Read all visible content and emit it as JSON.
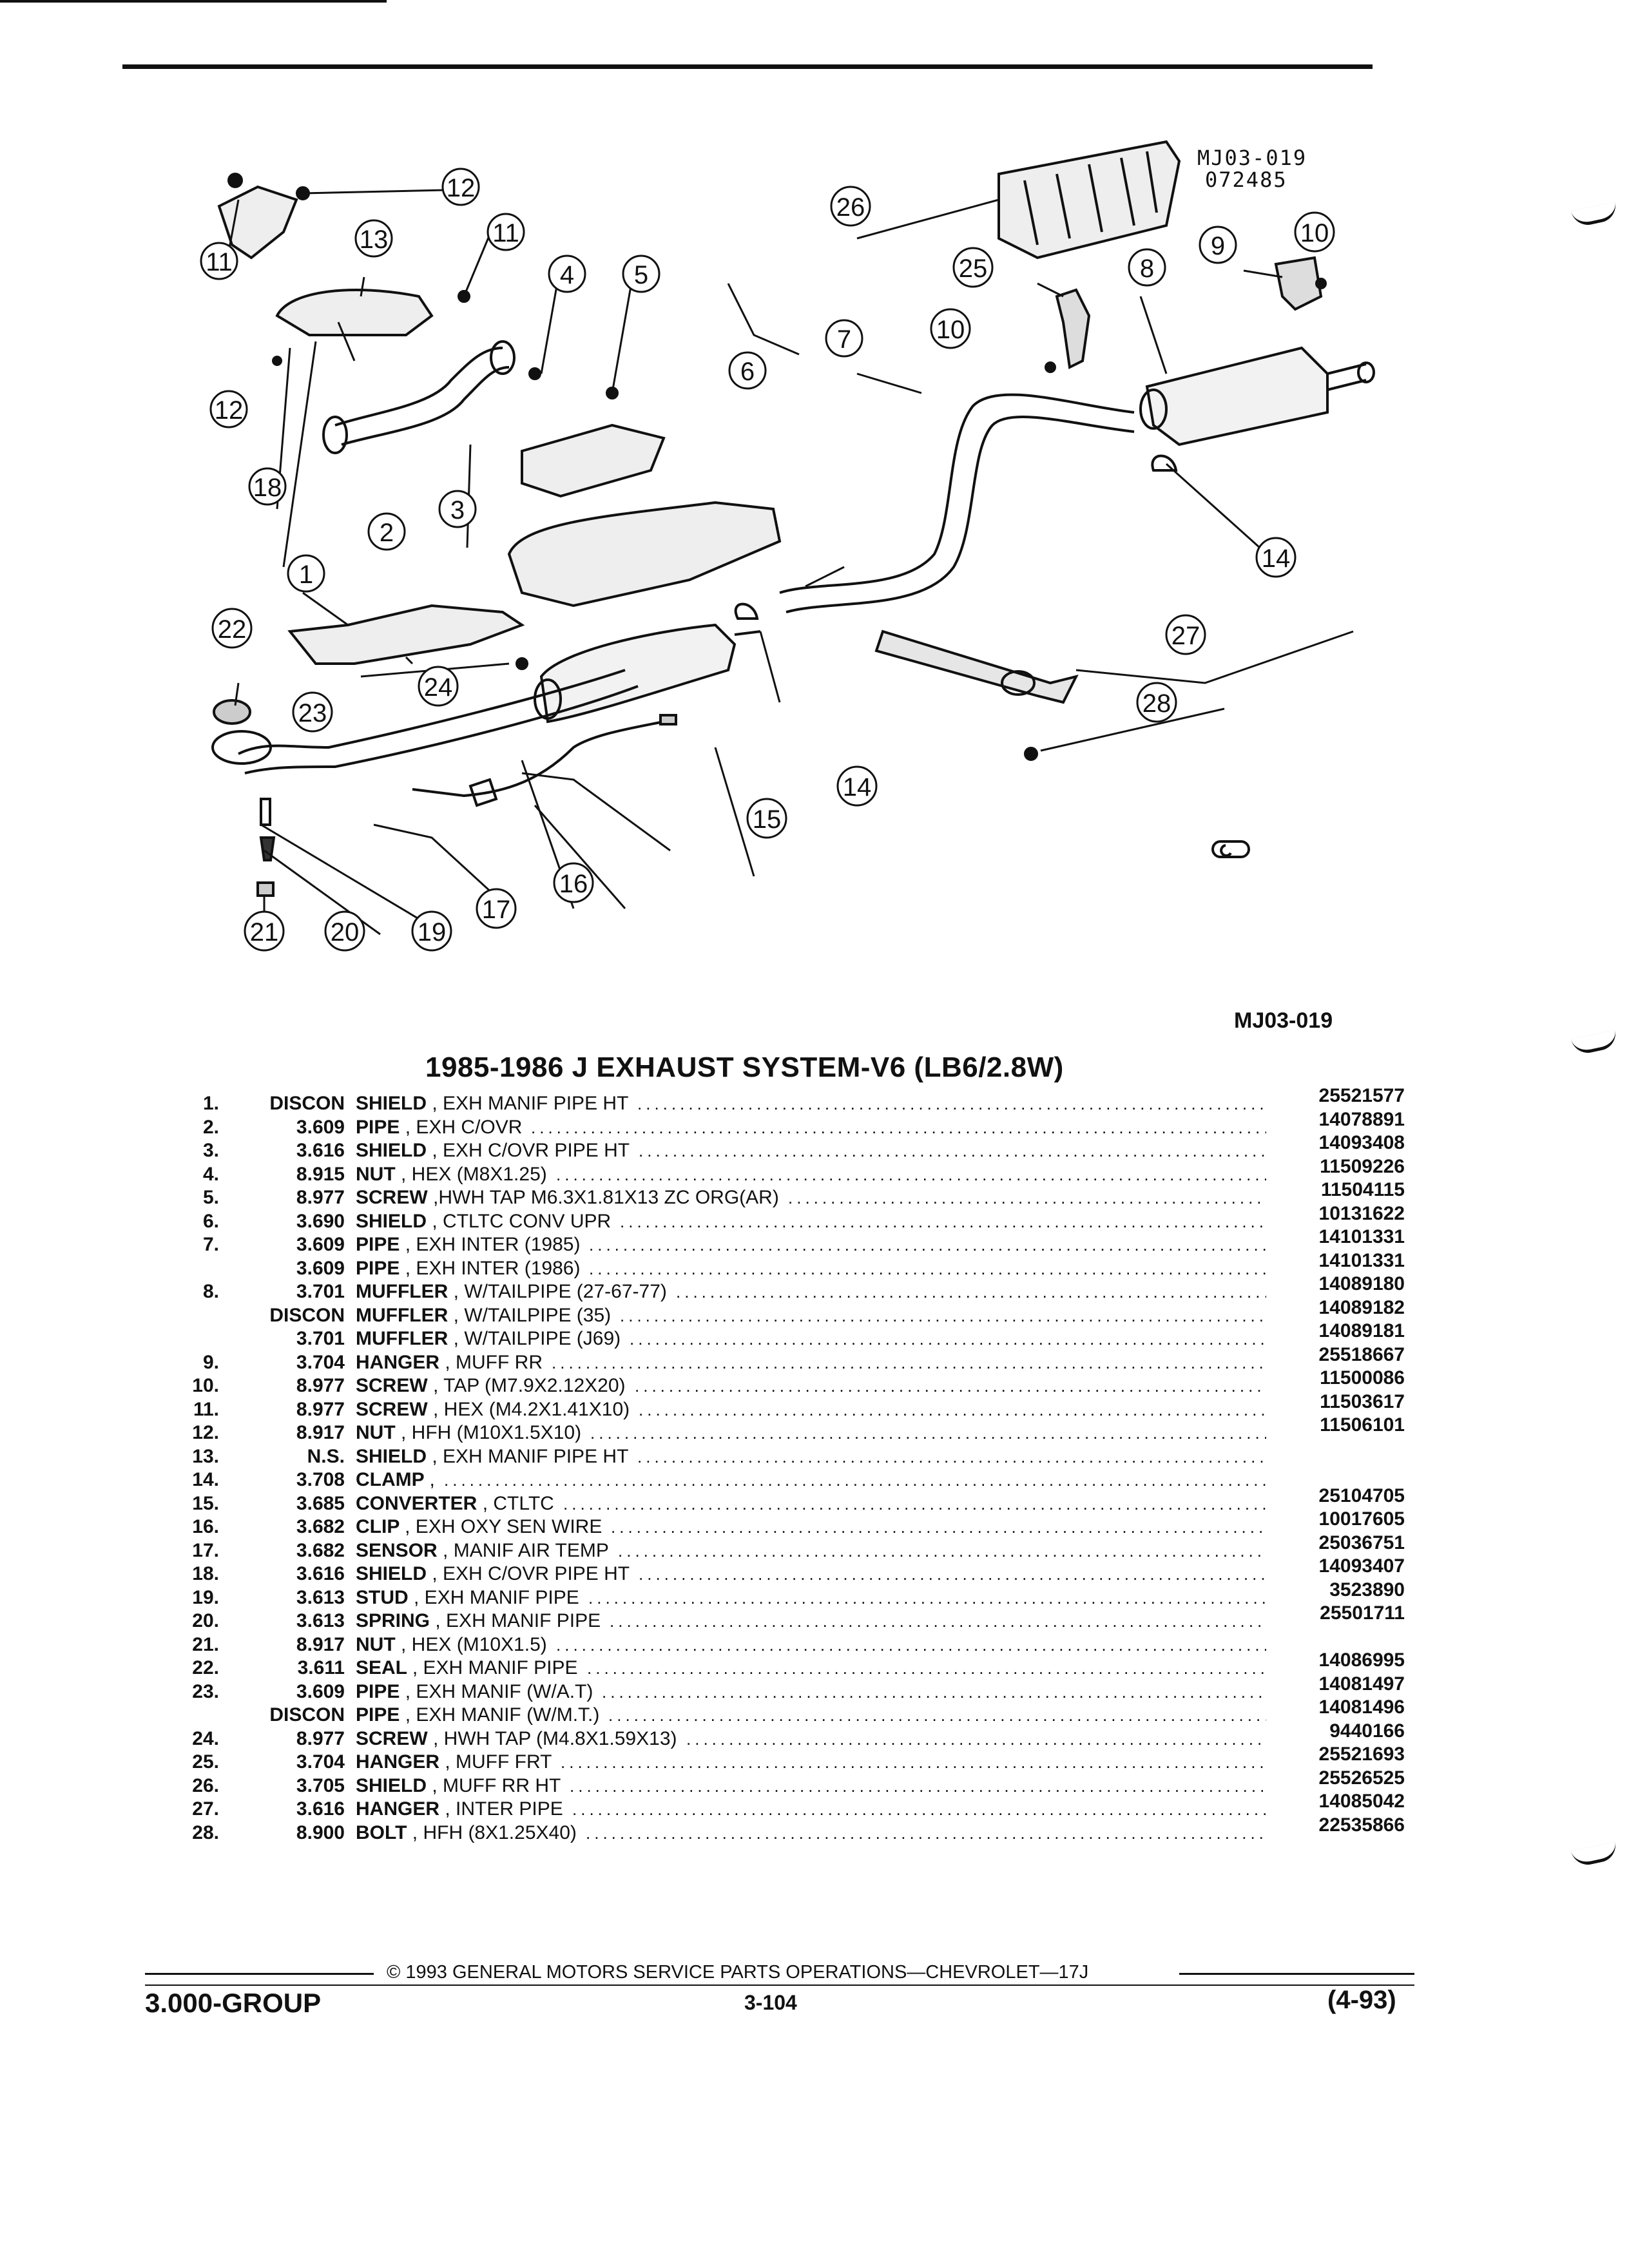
{
  "diagram": {
    "ref_top": [
      "MJ03-019",
      "072485"
    ],
    "ref_bottom": "MJ03-019",
    "callouts": [
      "1",
      "2",
      "3",
      "4",
      "5",
      "6",
      "7",
      "8",
      "9",
      "10",
      "11",
      "12",
      "13",
      "14",
      "15",
      "16",
      "17",
      "18",
      "19",
      "20",
      "21",
      "22",
      "23",
      "24",
      "25",
      "26",
      "27",
      "28"
    ]
  },
  "title": "1985-1986 J EXHAUST SYSTEM-V6 (LB6/2.8W)",
  "parts": [
    {
      "num": "1.",
      "group": "DISCON",
      "name": "SHIELD",
      "desc": ", EXH MANIF PIPE HT",
      "part": "25521577"
    },
    {
      "num": "2.",
      "group": "3.609",
      "name": "PIPE",
      "desc": ", EXH C/OVR",
      "part": "14078891"
    },
    {
      "num": "3.",
      "group": "3.616",
      "name": "SHIELD",
      "desc": ", EXH C/OVR PIPE HT",
      "part": "14093408"
    },
    {
      "num": "4.",
      "group": "8.915",
      "name": "NUT",
      "desc": ", HEX (M8X1.25)",
      "part": "11509226"
    },
    {
      "num": "5.",
      "group": "8.977",
      "name": "SCREW",
      "desc": ",HWH TAP M6.3X1.81X13 ZC ORG(AR)",
      "part": "11504115"
    },
    {
      "num": "6.",
      "group": "3.690",
      "name": "SHIELD",
      "desc": ", CTLTC CONV UPR",
      "part": "10131622"
    },
    {
      "num": "7.",
      "group": "3.609",
      "name": "PIPE",
      "desc": ", EXH INTER (1985)",
      "part": "14101331"
    },
    {
      "num": "",
      "group": "3.609",
      "name": "PIPE",
      "desc": ", EXH INTER (1986)",
      "part": "14101331"
    },
    {
      "num": "8.",
      "group": "3.701",
      "name": "MUFFLER",
      "desc": ", W/TAILPIPE (27-67-77)",
      "part": "14089180"
    },
    {
      "num": "",
      "group": "DISCON",
      "name": "MUFFLER",
      "desc": ", W/TAILPIPE (35)",
      "part": "14089182"
    },
    {
      "num": "",
      "group": "3.701",
      "name": "MUFFLER",
      "desc": ", W/TAILPIPE (J69)",
      "part": "14089181"
    },
    {
      "num": "9.",
      "group": "3.704",
      "name": "HANGER",
      "desc": ", MUFF RR",
      "part": "25518667"
    },
    {
      "num": "10.",
      "group": "8.977",
      "name": "SCREW",
      "desc": ", TAP (M7.9X2.12X20)",
      "part": "11500086"
    },
    {
      "num": "11.",
      "group": "8.977",
      "name": "SCREW",
      "desc": ", HEX (M4.2X1.41X10)",
      "part": "11503617"
    },
    {
      "num": "12.",
      "group": "8.917",
      "name": "NUT",
      "desc": ", HFH (M10X1.5X10)",
      "part": "11506101"
    },
    {
      "num": "13.",
      "group": "N.S.",
      "name": "SHIELD",
      "desc": ", EXH MANIF PIPE HT",
      "part": ""
    },
    {
      "num": "14.",
      "group": "3.708",
      "name": "CLAMP",
      "desc": ",",
      "part": ""
    },
    {
      "num": "15.",
      "group": "3.685",
      "name": "CONVERTER",
      "desc": ", CTLTC",
      "part": "25104705"
    },
    {
      "num": "16.",
      "group": "3.682",
      "name": "CLIP",
      "desc": ", EXH OXY SEN WIRE",
      "part": "10017605"
    },
    {
      "num": "17.",
      "group": "3.682",
      "name": "SENSOR",
      "desc": ", MANIF AIR TEMP",
      "part": "25036751"
    },
    {
      "num": "18.",
      "group": "3.616",
      "name": "SHIELD",
      "desc": ", EXH C/OVR PIPE HT",
      "part": "14093407"
    },
    {
      "num": "19.",
      "group": "3.613",
      "name": "STUD",
      "desc": ", EXH MANIF PIPE",
      "part": "3523890"
    },
    {
      "num": "20.",
      "group": "3.613",
      "name": "SPRING",
      "desc": ", EXH MANIF PIPE",
      "part": "25501711"
    },
    {
      "num": "21.",
      "group": "8.917",
      "name": "NUT",
      "desc": ", HEX (M10X1.5)",
      "part": ""
    },
    {
      "num": "22.",
      "group": "3.611",
      "name": "SEAL",
      "desc": ", EXH MANIF PIPE",
      "part": "14086995"
    },
    {
      "num": "23.",
      "group": "3.609",
      "name": "PIPE",
      "desc": ", EXH MANIF (W/A.T)",
      "part": "14081497"
    },
    {
      "num": "",
      "group": "DISCON",
      "name": "PIPE",
      "desc": ", EXH MANIF (W/M.T.)",
      "part": "14081496"
    },
    {
      "num": "24.",
      "group": "8.977",
      "name": "SCREW",
      "desc": ", HWH TAP (M4.8X1.59X13)",
      "part": "9440166"
    },
    {
      "num": "25.",
      "group": "3.704",
      "name": "HANGER",
      "desc": ", MUFF FRT",
      "part": "25521693"
    },
    {
      "num": "26.",
      "group": "3.705",
      "name": "SHIELD",
      "desc": ", MUFF RR HT",
      "part": "25526525"
    },
    {
      "num": "27.",
      "group": "3.616",
      "name": "HANGER",
      "desc": ", INTER PIPE",
      "part": "14085042"
    },
    {
      "num": "28.",
      "group": "8.900",
      "name": "BOLT",
      "desc": ", HFH (8X1.25X40)",
      "part": "22535866"
    }
  ],
  "footer": {
    "copyright": "© 1993 GENERAL MOTORS SERVICE PARTS OPERATIONS—CHEVROLET—17J",
    "group": "3.000-GROUP",
    "page": "3-104",
    "date": "(4-93)"
  }
}
